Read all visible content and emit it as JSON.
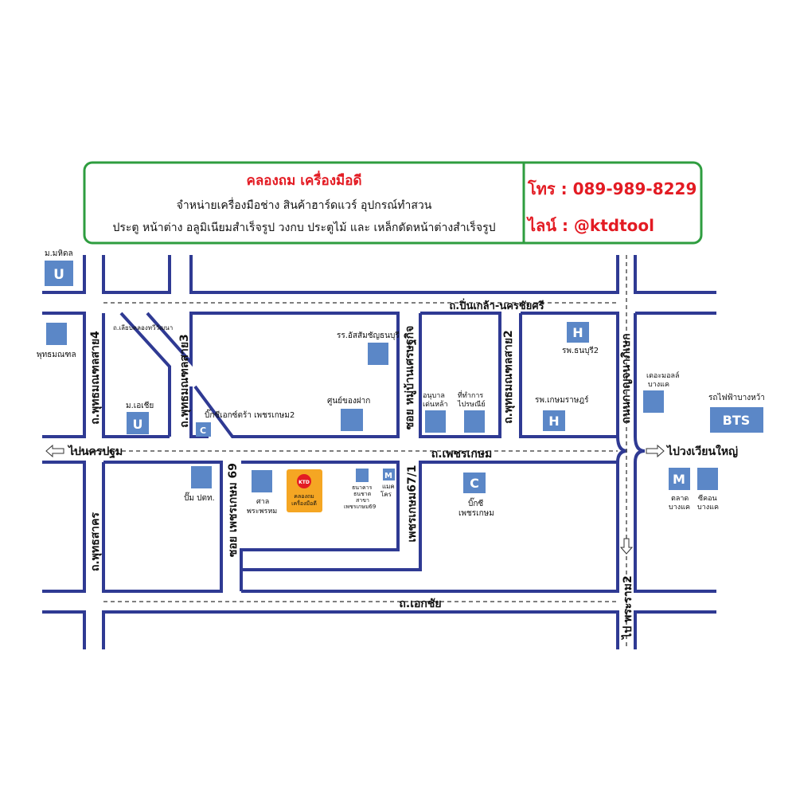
{
  "header": {
    "shop_name": "คลองถม เครื่องมือดี",
    "line1": "จำหน่ายเครื่องมือช่าง สินค้าฮาร์ดแวร์ อุปกรณ์ทำสวน",
    "line2": "ประตู หน้าต่าง อลูมิเนียมสำเร็จรูป วงกบ ประตูไม้ และ เหล็กดัดหน้าต่างสำเร็จรูป",
    "phone": "โทร :  089-989-8229",
    "line_id": "ไลน์ :  @ktdtool",
    "border_color": "#2e9d3f",
    "text_color": "#e31b23"
  },
  "roads": {
    "pinklao": "ถ.ปิ่นเกล้า-นครชัยศรี",
    "phetkasem": "ถ.เพชรเกษม",
    "ekkachai": "ถ.เอกชัย",
    "phutthamonthon4": "ถ.พุทธมณฑลสาย4",
    "phutthamonthon3": "ถ.พุทธมณฑลสาย3",
    "phutthamonthon2": "ถ.พุทธมณฑลสาย2",
    "phutthasakhon": "ถ.พุทธสาคร",
    "soi_moo_ban": "ซอย หมู่บ้านเศรษฐกิจ",
    "kanchanaphisek": "ถนนกาญจนาภิเษก",
    "soi_phetkasem69": "ซอย เพชรเกษม 69",
    "phetkasem67_1": "เพชรเกษม67/1",
    "rama2": "ไป พระราม2",
    "to_nakhon_pathom": "ไปนครปฐม",
    "to_wongwian_yai": "ไปวงเวียนใหญ่",
    "khlong_thawi": "ถ.เลียบคลองทวีวัฒนา"
  },
  "places": {
    "mahidol": "ม.มหิดล",
    "phutthamonthon": "พุทธมณฑล",
    "asia": "ม.เอเชีย",
    "big_c_extra": "บิ๊กซีเอกซ์ตร้า เพชรเกษม2",
    "school": "รร.อัสสัมชัญธนบุรี",
    "shop_center": "ศูนย์ของฝาก",
    "kindergarten": "อนุบาล\nเด่นหล้า",
    "post_office": "ที่ทำการ\nไปรษณีย์",
    "thonburi2": "รพ.ธนบุรี2",
    "kasemrad": "รพ.เกษมราษฎร์",
    "the_mall": "เดอะมอลล์\nบางแค",
    "bts_station": "รถไฟฟ้าบางหว้า",
    "bts": "BTS",
    "ptt": "ปั๊ม ปตท.",
    "shrine": "ศาล\nพระพรหม",
    "ktd_shop": "คลองถม\nเครื่องมือดี",
    "ktd_badge": "KTD",
    "bank": "ธนาคาร\nธนชาต\nสาขา\nเพชรเกษม69",
    "makro": "แมค\nโคร",
    "big_c": "บิ๊กซี\nเพชรเกษม",
    "market": "ตลาด\nบางแค",
    "seacon": "ซีคอน\nบางแค",
    "icon_u": "U",
    "icon_h": "H",
    "icon_c": "C",
    "icon_m": "M"
  },
  "colors": {
    "road": "#2f3a93",
    "box": "#5b87c7",
    "shop": "#f5a623"
  }
}
